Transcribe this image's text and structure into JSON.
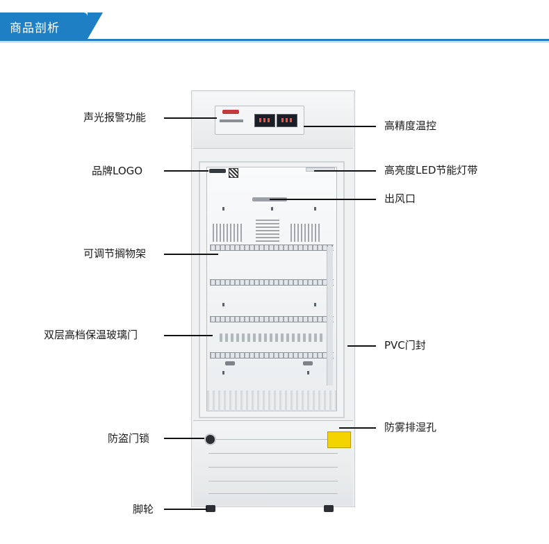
{
  "header": {
    "title": "商品剖析",
    "accent_color": "#1f7fc4"
  },
  "callouts": {
    "sound_light_alarm": "声光报警功能",
    "brand_logo": "品牌LOGO",
    "adjustable_shelf": "可调节搁物架",
    "double_glass_door": "双层高档保温玻璃门",
    "anti_theft_lock": "防盗门锁",
    "caster": "脚轮",
    "precise_temp_control": "高精度温控",
    "led_light_strip": "高亮度LED节能灯带",
    "air_outlet": "出风口",
    "pvc_door_seal": "PVC门封",
    "anti_fog_drain_hole": "防雾排湿孔"
  },
  "product": {
    "warning_label_color": "#f3d300",
    "display_digit_color": "#ff4a3a"
  }
}
